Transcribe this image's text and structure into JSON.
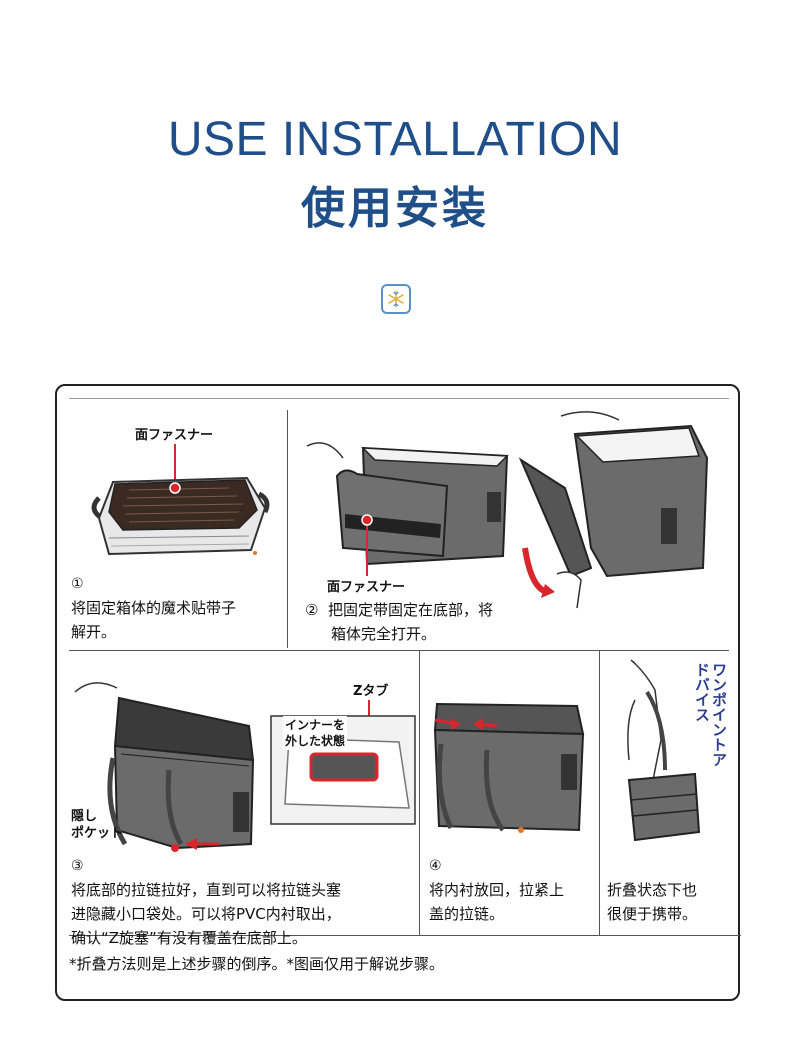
{
  "header": {
    "title_en": "USE INSTALLATION",
    "title_cn": "使用安装",
    "badge_icon": "snowflake-icon"
  },
  "labels": {
    "velcro_1": "面ファスナー",
    "velcro_2": "面ファスナー",
    "ztab": "Zタブ",
    "inner_removed_line1": "インナーを",
    "inner_removed_line2": "外した状態",
    "hidden_pocket_line1": "隠し",
    "hidden_pocket_line2": "ポケット",
    "one_point": "ワンポイントアドバイス"
  },
  "steps": [
    {
      "num": "①",
      "text_line1": "将固定箱体的魔术贴带子",
      "text_line2": "解开。"
    },
    {
      "num": "②",
      "text_line1": "把固定带固定在底部，将",
      "text_line2": "箱体完全打开。"
    },
    {
      "num": "③",
      "text_line1": "将底部的拉链拉好，直到可以将拉链头塞",
      "text_line2": "进隐藏小口袋处。可以将PVC内衬取出，",
      "text_line3": "确认“Z旋塞”有没有覆盖在底部上。"
    },
    {
      "num": "④",
      "text_line1": "将内衬放回，拉紧上",
      "text_line2": "盖的拉链。"
    },
    {
      "num": "",
      "text_line1": "折叠状态下也",
      "text_line2": "很便于携带。"
    }
  ],
  "footer": "*折叠方法则是上述步骤的倒序。*图画仅用于解说步骤。",
  "colors": {
    "title": "#1f4e89",
    "accent_red": "#d8262c",
    "bag_gray": "#6b6b6b",
    "blue_text": "#2a3d8f"
  }
}
